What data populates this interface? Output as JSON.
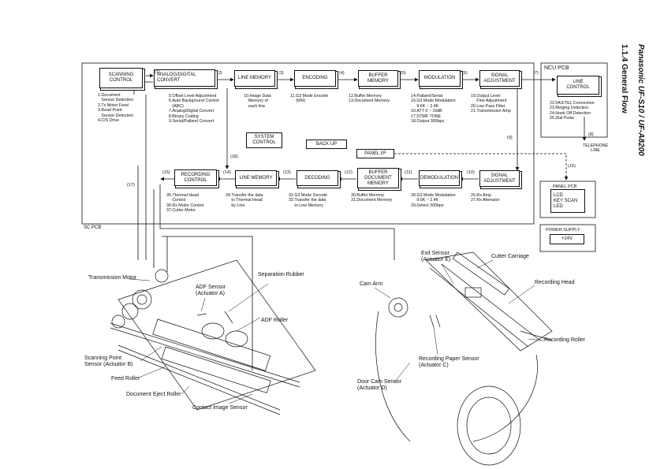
{
  "header": {
    "brand": "Panasonic UF-S10 / UF-A8200",
    "section": "1.1.4   General Flow"
  },
  "boards": {
    "sc_pcb": "SC PCB",
    "ncu_pcb": "NCU PCB",
    "panel_pcb": "PANEL PCB",
    "power_supply": "POWER SUPPLY"
  },
  "blocks": {
    "scanning_control": "SCANNING\nCONTROL",
    "ad_convert": "ANALOG/DIGITAL\nCONVERT",
    "line_memory_tx": "LINE MEMORY",
    "encoding": "ENCODING",
    "buffer_memory": "BUFFER\nMEMORY",
    "modulation": "MODULATION",
    "signal_adj_tx": "SIGNAL\nADJUSTMENT",
    "line_control": "LINE\nCONTROL",
    "system_control": "SYSTEM\nCONTROL",
    "back_up": "BACK UP",
    "panel_if": "PANEL I/F",
    "recording_control": "RECORDING\nCONTROL",
    "line_memory_rx": "LINE MEMORY",
    "decoding": "DECODING",
    "buffer_doc_memory": "BUFFER\nDOCUMENT\nMEMORY",
    "demodulation": "DEMODULATION",
    "signal_adj_rx": "SIGNAL\nADJUSTMENT",
    "panel_items": "LCD\nKEY SCAN\nLED",
    "power_voltage": "+24V"
  },
  "notes": {
    "scan": "1.Document\n   Sensor Detection\n2.Tx Motor Feed\n3.Read Point\n   Sensor Detection\n4.CIS Drive",
    "ad": "5.Offset Level Adjustment\n6.Auto Background Control\n   (ABC)\n7.Analog/Digital Convert\n8.Binary Coding\n9.Serial/Pallarel Convert",
    "lmtx": "10.Image Data\n    Memory of\n    each line",
    "enc": "11.G3 Mode Encode\n     (MH)",
    "buf": "12.Buffer Memory\n13.Document Memory",
    "mod": "14.Pallarel/Serial\n15.G3 Mode Modulation\n     9.6K ~ 2.4K\n16.ATT 0 ~ 15dB\n17.DTMF TONE\n18.Output 300bps",
    "sigtx": "19.Output Level\n     Fine Adjustment\n20.Low Pass Filter\n21.Transmission Amp",
    "ncu": "22.FAX/TEL Connection\n23.Ringing Detection\n24.Hook Off Detection\n25.Dial Pulse",
    "telephone": "TELEPHONE\nLINE",
    "rc": "35.Thermal Head\n     Control\n36.Rx Motor Control\n37.Cutter Motor",
    "lmrx": "34.Transfer the data\n     to Thermal Head\n     by Line",
    "dec": "32.G3 Mode Decode\n33.Transfer the data\n     to Line Memory",
    "bdm": "30.Buffer Memory\n31.Document Memory",
    "demod": "28.G3 Mode Modulation\n     9.6K ~ 2.4K\n29.Detect 300bps",
    "sigrx": "26.Rx Amp\n27.Rx Attenator"
  },
  "arrow_numbers": [
    "(1)",
    "(2)",
    "(3)",
    "(4)",
    "(5)",
    "(6)",
    "(7)",
    "(8)",
    "(9)",
    "(10)",
    "(11)",
    "(12)",
    "(13)",
    "(14)",
    "(15)",
    "(16)",
    "(17)",
    "(18)"
  ],
  "mechanism_left": {
    "transmission_motor": "Transmission Motor",
    "adf_sensor": "ADF Sensor\n(Actuator A)",
    "separation_rubber": "Separation Rubber",
    "adf_roller": "ADF Roller",
    "scanning_point_sensor": "Scanning Point\nSensor (Actuator B)",
    "feed_roller": "Feed Roller",
    "document_eject_roller": "Document Eject Roller",
    "contact_image_sensor": "Contact Image Sensor"
  },
  "mechanism_right": {
    "exit_sensor": "Exit Sensor\n(Actuator E)",
    "cutter_carriage": "Cutter Carriage",
    "cam_arm": "Cam Arm",
    "recording_head": "Recording Head",
    "recording_roller": "Recording Roller",
    "recording_paper_sensor": "Recording Paper Sensor\n(Actuator C)",
    "door_cam_sensor": "Door Cam Sensor\n(Actuator D)"
  }
}
